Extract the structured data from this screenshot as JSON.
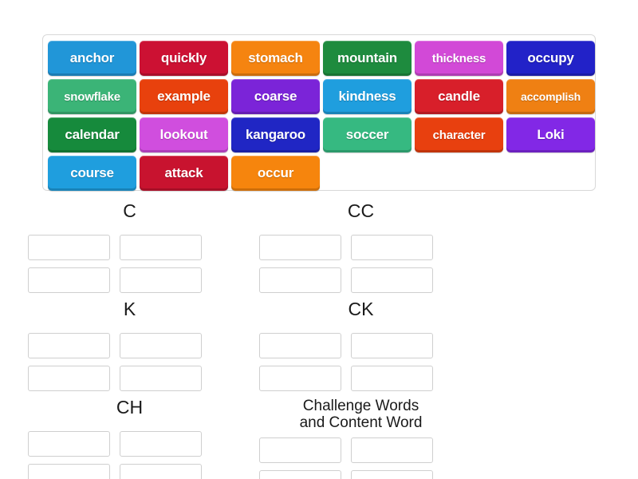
{
  "word_bank": {
    "name": "word-bank",
    "rows": [
      [
        {
          "label": "anchor",
          "color": "#2196d8"
        },
        {
          "label": "quickly",
          "color": "#cc1133"
        },
        {
          "label": "stomach",
          "color": "#f58410"
        },
        {
          "label": "mountain",
          "color": "#1e8b3e"
        },
        {
          "label": "thickness",
          "color": "#d249d7"
        },
        {
          "label": "occupy",
          "color": "#2222c8"
        }
      ],
      [
        {
          "label": "snowflake",
          "color": "#3bb477"
        },
        {
          "label": "example",
          "color": "#e8410d"
        },
        {
          "label": "coarse",
          "color": "#7b24d8"
        },
        {
          "label": "kindness",
          "color": "#1f9ede"
        },
        {
          "label": "candle",
          "color": "#d81f2a"
        },
        {
          "label": "accomplish",
          "color": "#ef8013"
        }
      ],
      [
        {
          "label": "calendar",
          "color": "#168a3c"
        },
        {
          "label": "lookout",
          "color": "#d04ede"
        },
        {
          "label": "kangaroo",
          "color": "#2026c4"
        },
        {
          "label": "soccer",
          "color": "#36b981"
        },
        {
          "label": "character",
          "color": "#e8400f"
        },
        {
          "label": "Loki",
          "color": "#8228e6"
        }
      ],
      [
        {
          "label": "course",
          "color": "#1f9ede"
        },
        {
          "label": "attack",
          "color": "#c8132f"
        },
        {
          "label": "occur",
          "color": "#f6850d"
        }
      ]
    ]
  },
  "categories": [
    {
      "title": "C",
      "slots": [
        "",
        "",
        "",
        ""
      ]
    },
    {
      "title": "CC",
      "slots": [
        "",
        "",
        "",
        ""
      ]
    },
    {
      "title": "K",
      "slots": [
        "",
        "",
        "",
        ""
      ]
    },
    {
      "title": "CK",
      "slots": [
        "",
        "",
        "",
        ""
      ]
    },
    {
      "title": "CH",
      "slots": [
        "",
        "",
        "",
        ""
      ]
    },
    {
      "title": "Challenge Words\nand Content Word",
      "slots": [
        "",
        "",
        "",
        ""
      ]
    }
  ]
}
